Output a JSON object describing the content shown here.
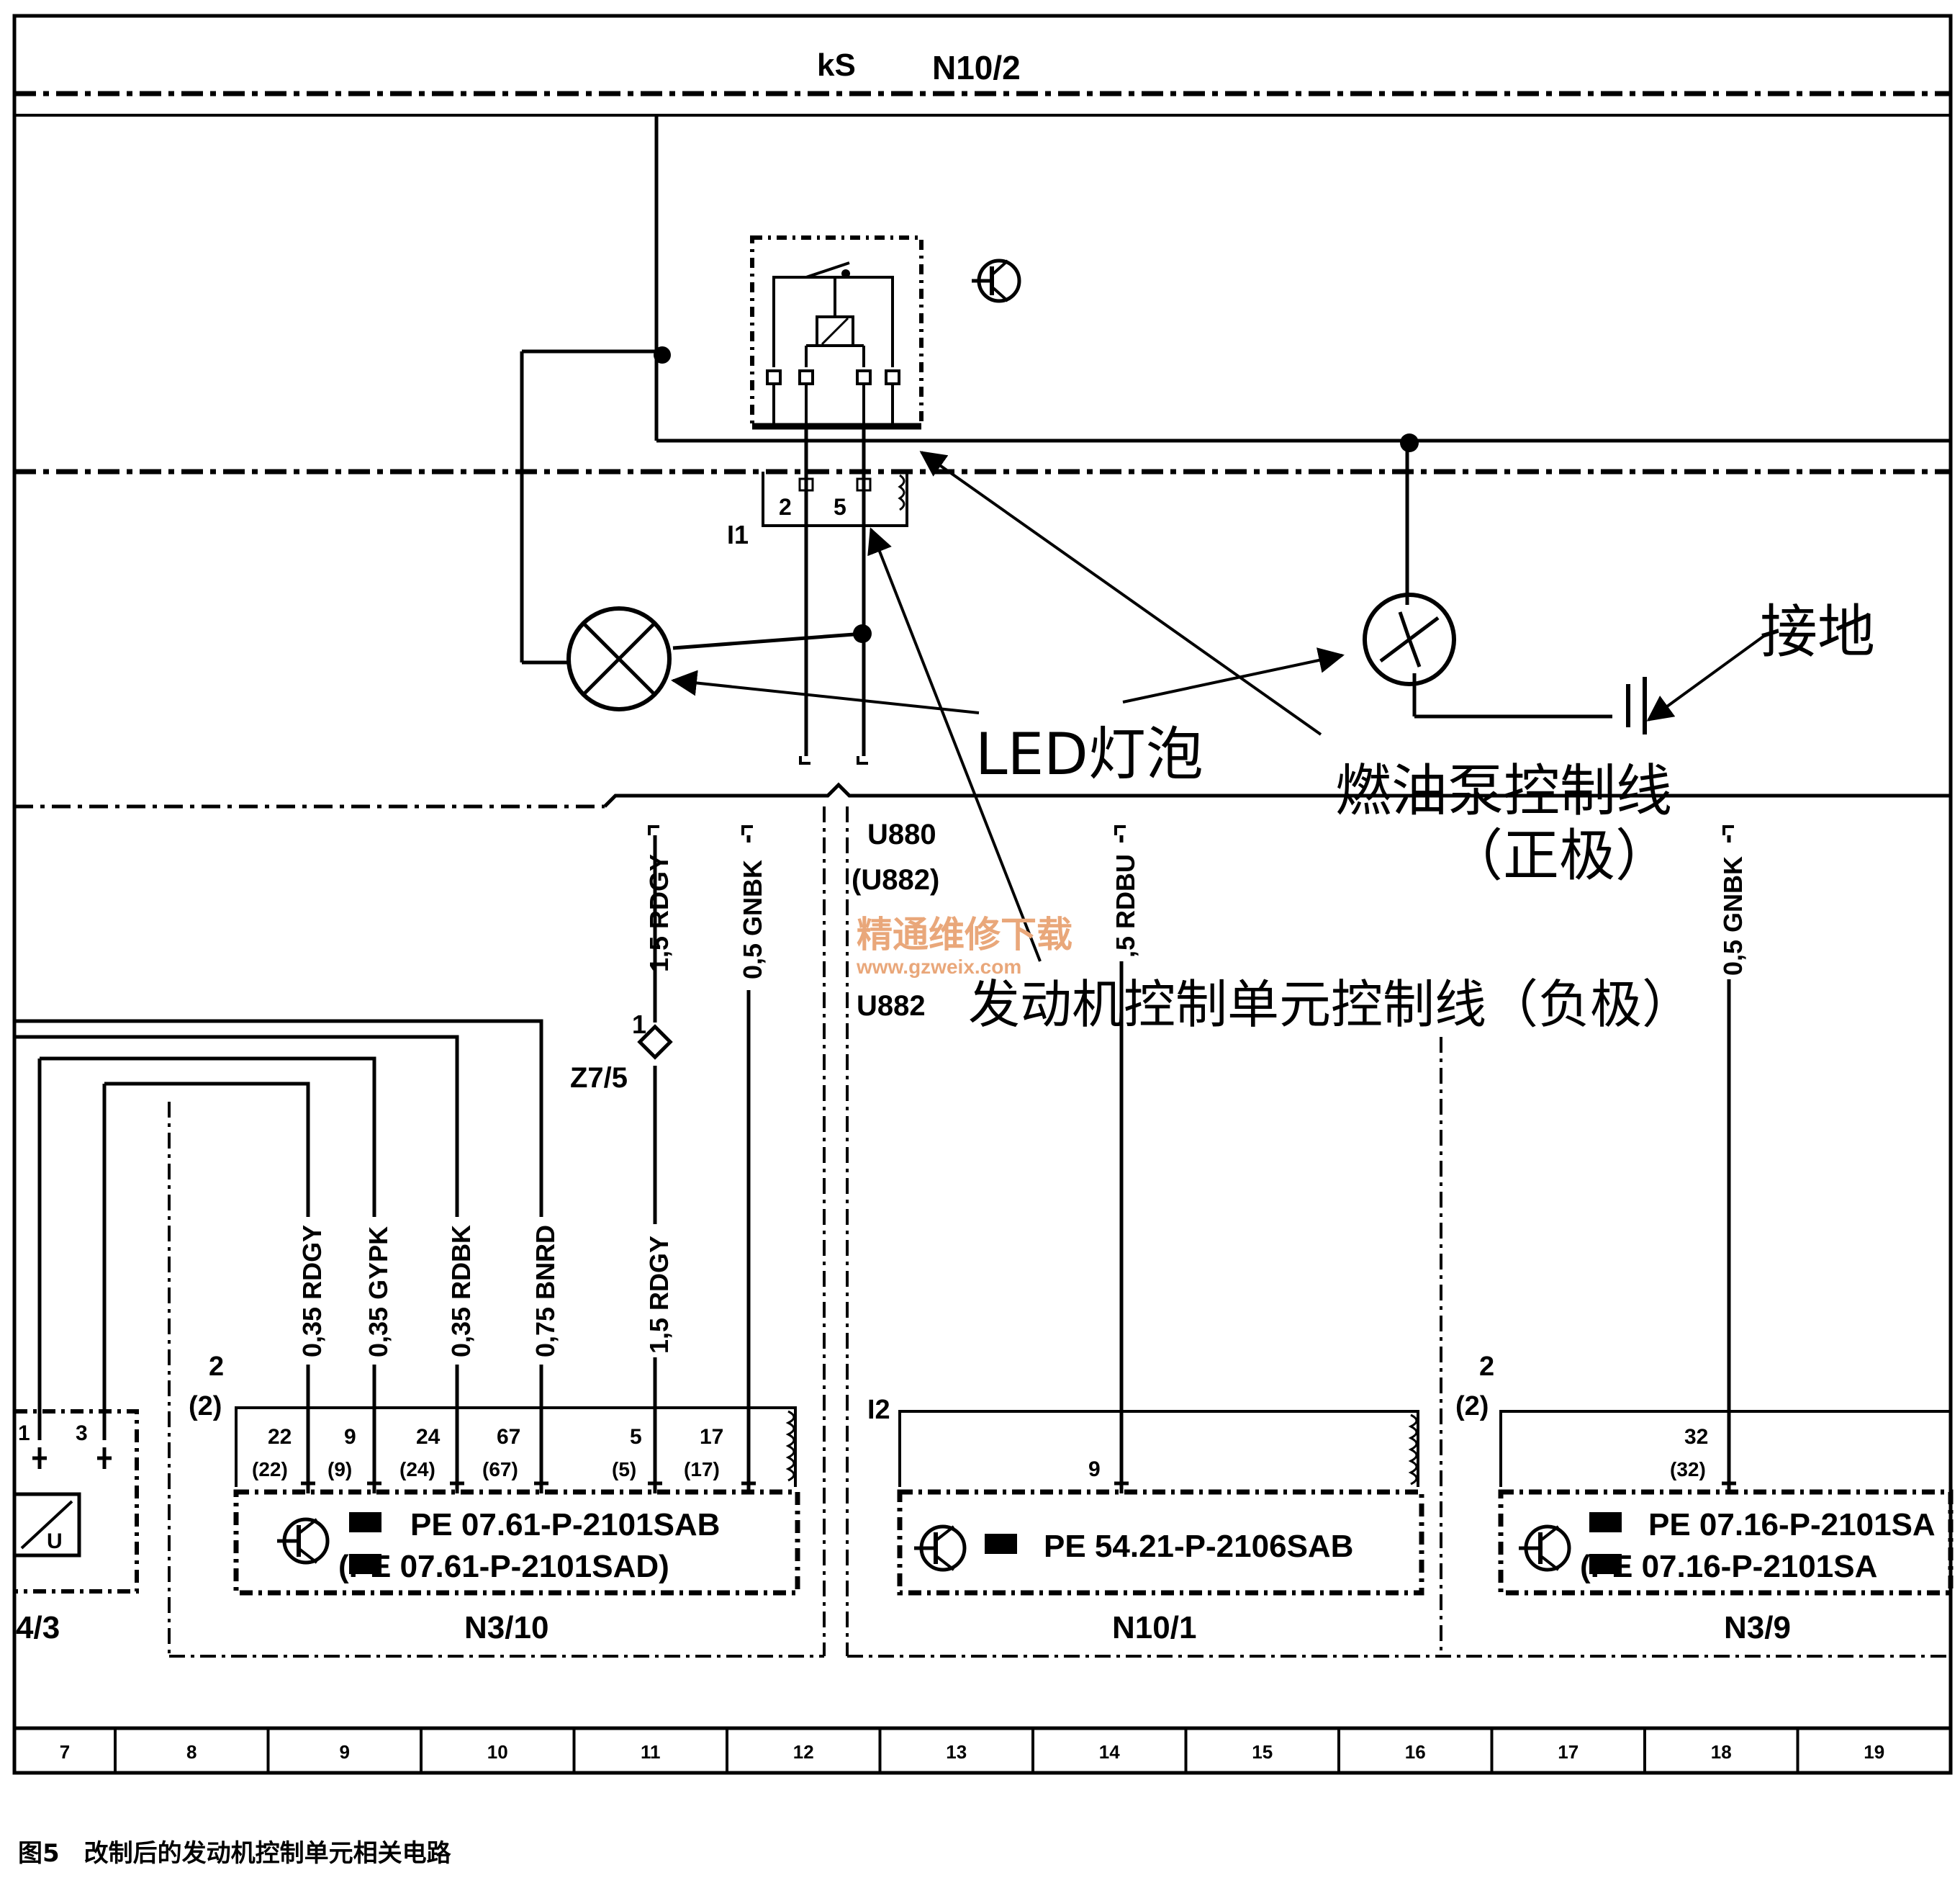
{
  "header": {
    "ks": "kS",
    "n10_2": "N10/2"
  },
  "relay": {
    "pin2": "2",
    "pin5": "5",
    "i1": "I1"
  },
  "wires": {
    "w_11_top": "1,5 RDGY",
    "w_12_top": "0,5 GNBK",
    "w_14_top": ",5 RDBU",
    "w_18_top": "0,5 GNBK",
    "w_9a": "0,35 RDGY",
    "w_9b": "0,35 GYPK",
    "w_10a": "0,35 RDBK",
    "w_10b": "0,75 BNRD",
    "w_11_bot": "1,5 RDGY"
  },
  "connectors": {
    "u880": "U880",
    "u882a": "(U882)",
    "u882b": "U882",
    "z7": "Z7/5",
    "z7_pin": "1"
  },
  "ecu1": {
    "plug": "2",
    "plug_alt": "(2)",
    "pins": [
      "22",
      "9",
      "24",
      "67",
      "5",
      "17"
    ],
    "pins_alt": [
      "(22)",
      "(9)",
      "(24)",
      "(67)",
      "(5)",
      "(17)"
    ],
    "ref1": "PE 07.61-P-2101SAB",
    "ref2": "(PE 07.61-P-2101SAD)",
    "name": "N3/10"
  },
  "ecu2": {
    "plug": "I2",
    "pin": "9",
    "ref": "PE 54.21-P-2106SAB",
    "name": "N10/1"
  },
  "ecu3": {
    "plug": "2",
    "plug_alt": "(2)",
    "pin": "32",
    "pin_alt": "(32)",
    "ref1": "PE 07.16-P-2101SA",
    "ref2": "(PE 07.16-P-2101SA",
    "name": "N3/9"
  },
  "left_part": {
    "pin1": "1",
    "pin3": "3",
    "u": "U",
    "name": "4/3"
  },
  "annotations": {
    "led": "LED灯泡",
    "ground": "接地",
    "fuel_pump_line": "燃油泵控制线",
    "positive": "（正极）",
    "ecu_line": "发动机控制单元控制线（负极）"
  },
  "watermark": {
    "cn": "精通维修下载",
    "url": "www.gzweix.com"
  },
  "grid_numbers": [
    "7",
    "8",
    "9",
    "10",
    "11",
    "12",
    "13",
    "14",
    "15",
    "16",
    "17",
    "18",
    "19"
  ],
  "caption": "图5　改制后的发动机控制单元相关电路"
}
